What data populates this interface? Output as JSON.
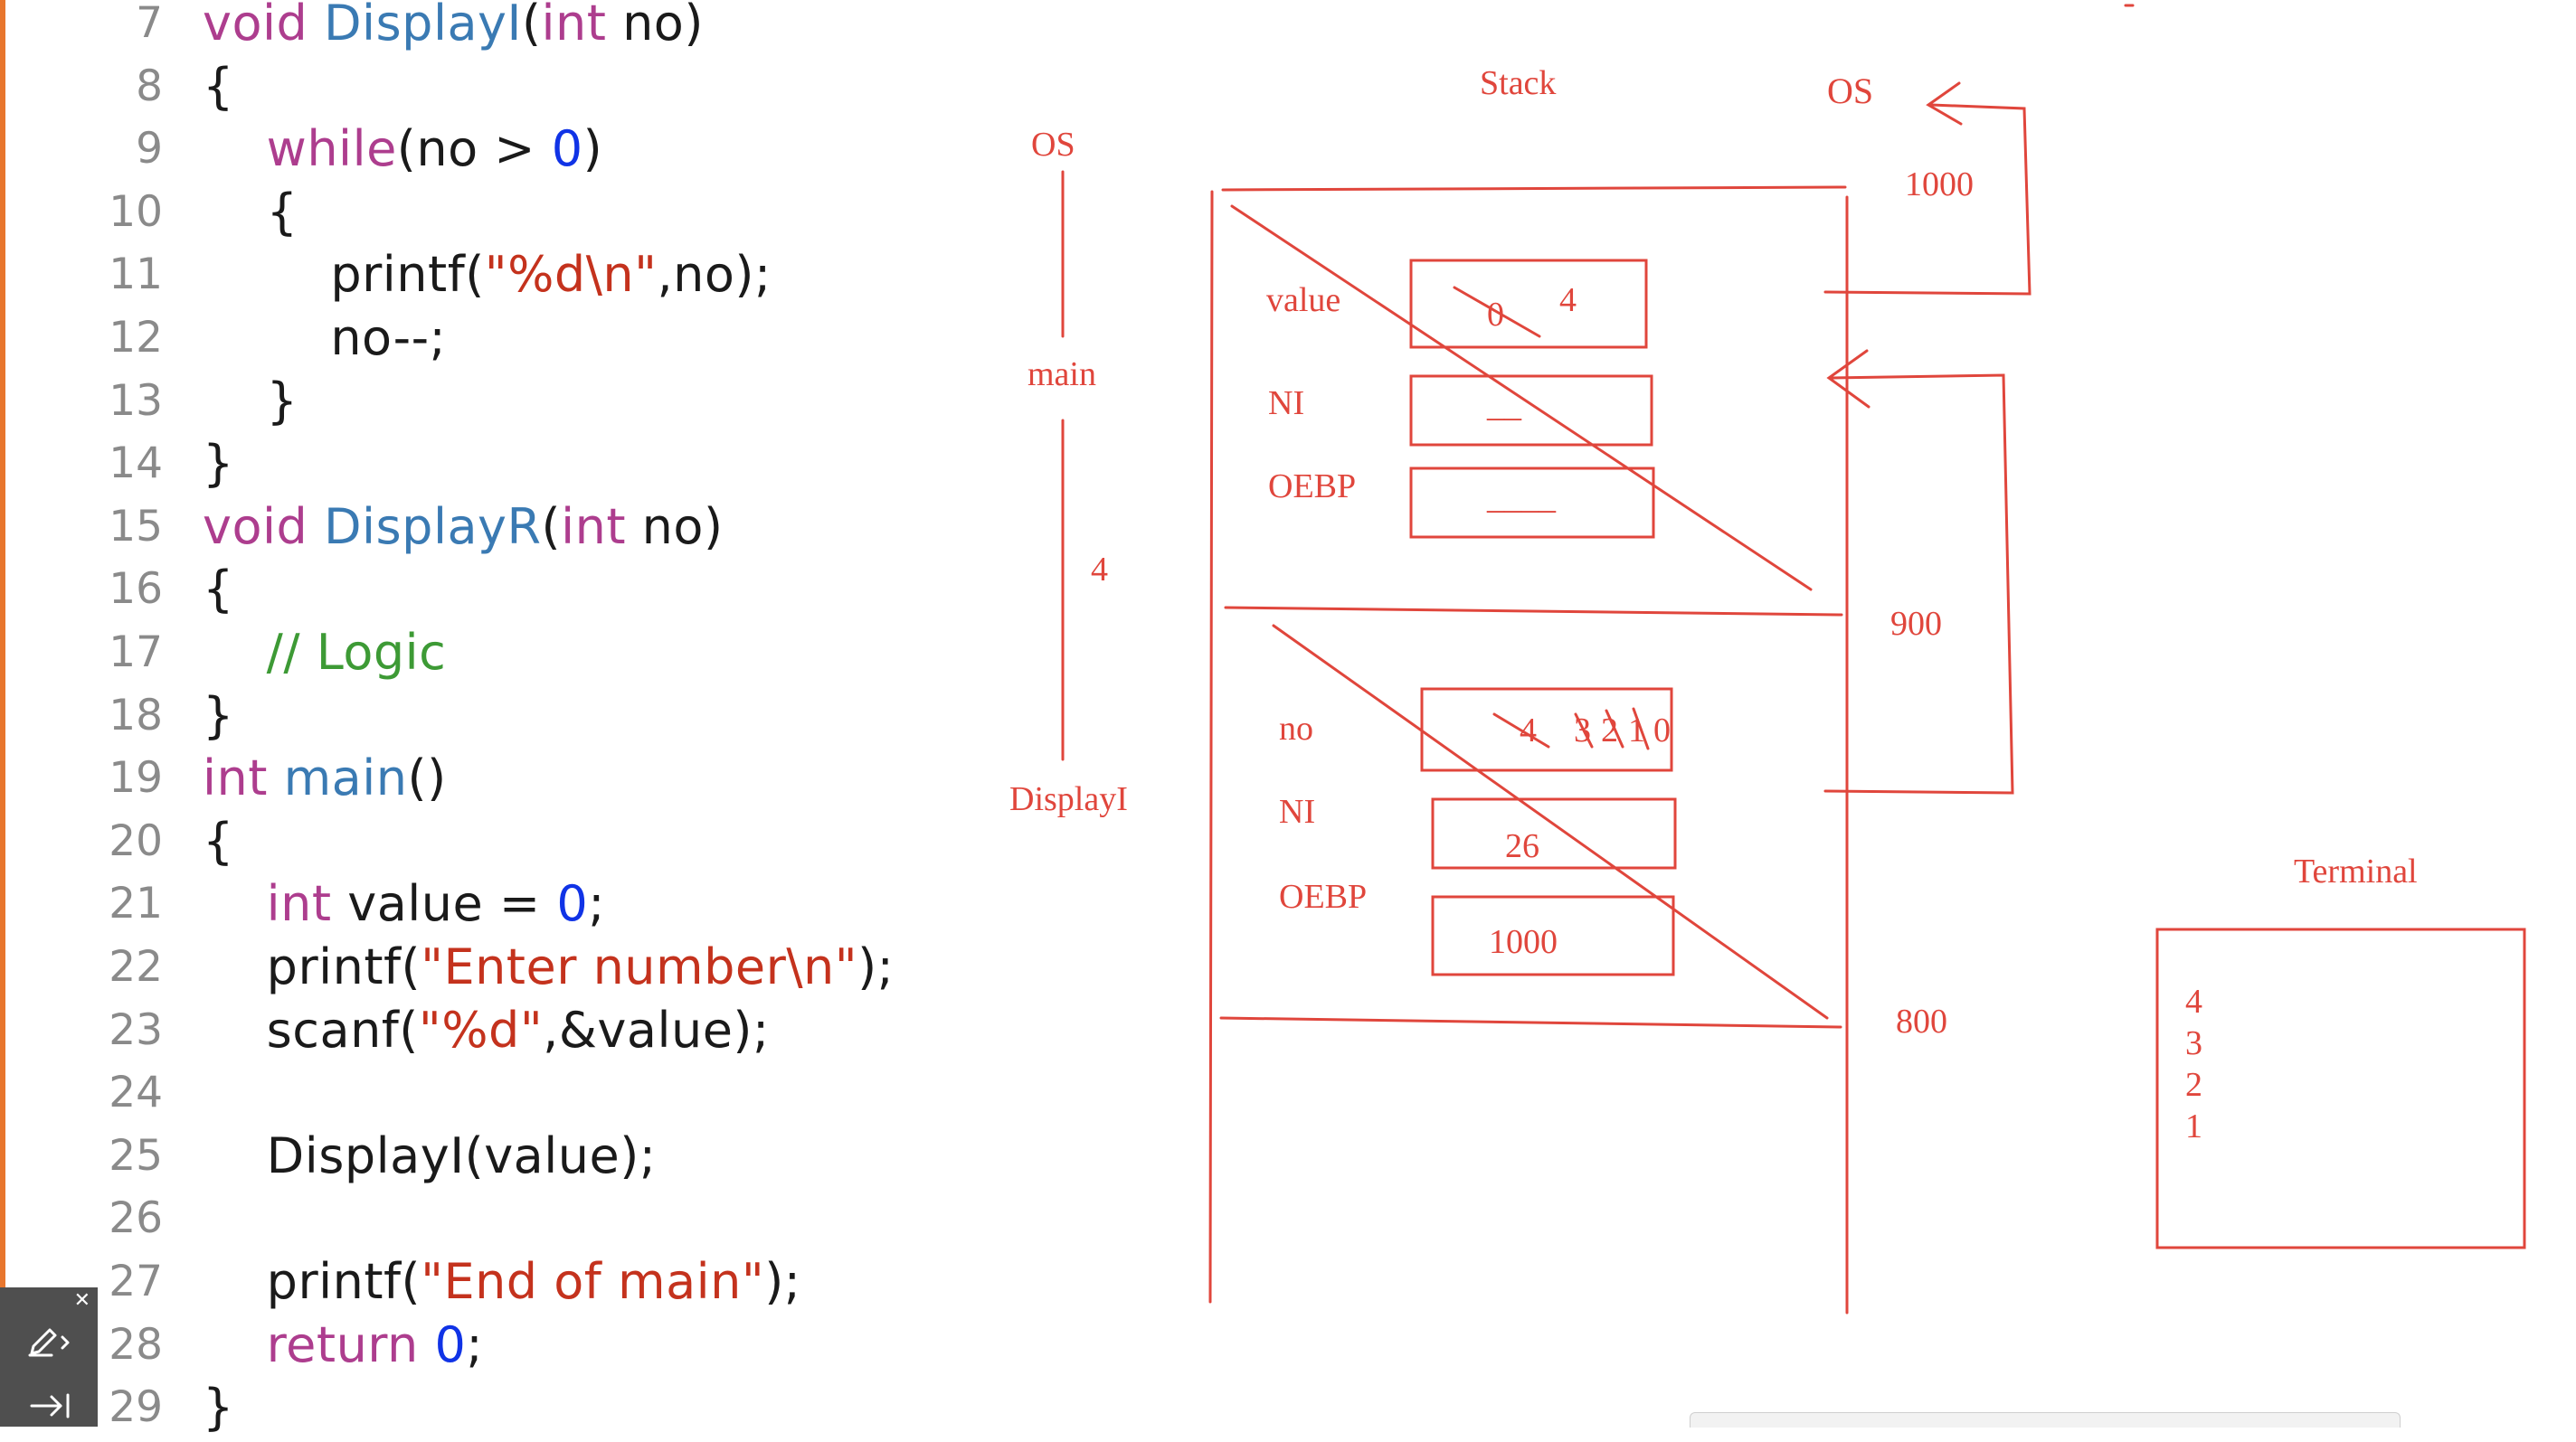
{
  "code_editor": {
    "lines": [
      {
        "no": "7",
        "tokens": [
          {
            "t": "void ",
            "c": "keyword"
          },
          {
            "t": "DisplayI",
            "c": "func"
          },
          {
            "t": "(",
            "c": "plain"
          },
          {
            "t": "int",
            "c": "keyword"
          },
          {
            "t": " no)",
            "c": "plain"
          }
        ]
      },
      {
        "no": "8",
        "tokens": [
          {
            "t": "{",
            "c": "plain"
          }
        ]
      },
      {
        "no": "9",
        "tokens": [
          {
            "t": "    ",
            "c": "plain"
          },
          {
            "t": "while",
            "c": "keyword"
          },
          {
            "t": "(no > ",
            "c": "plain"
          },
          {
            "t": "0",
            "c": "number"
          },
          {
            "t": ")",
            "c": "plain"
          }
        ]
      },
      {
        "no": "10",
        "tokens": [
          {
            "t": "    {",
            "c": "plain"
          }
        ]
      },
      {
        "no": "11",
        "tokens": [
          {
            "t": "        printf(",
            "c": "plain"
          },
          {
            "t": "\"%d\\n\"",
            "c": "string"
          },
          {
            "t": ",no);",
            "c": "plain"
          }
        ]
      },
      {
        "no": "12",
        "tokens": [
          {
            "t": "        no--;",
            "c": "plain"
          }
        ]
      },
      {
        "no": "13",
        "tokens": [
          {
            "t": "    }",
            "c": "plain"
          }
        ]
      },
      {
        "no": "14",
        "tokens": [
          {
            "t": "}",
            "c": "plain"
          }
        ]
      },
      {
        "no": "15",
        "tokens": [
          {
            "t": "void ",
            "c": "keyword"
          },
          {
            "t": "DisplayR",
            "c": "func"
          },
          {
            "t": "(",
            "c": "plain"
          },
          {
            "t": "int",
            "c": "keyword"
          },
          {
            "t": " no)",
            "c": "plain"
          }
        ]
      },
      {
        "no": "16",
        "tokens": [
          {
            "t": "{",
            "c": "plain"
          }
        ]
      },
      {
        "no": "17",
        "tokens": [
          {
            "t": "    ",
            "c": "plain"
          },
          {
            "t": "// Logic",
            "c": "comment"
          }
        ]
      },
      {
        "no": "18",
        "tokens": [
          {
            "t": "}",
            "c": "plain"
          }
        ]
      },
      {
        "no": "19",
        "tokens": [
          {
            "t": "int ",
            "c": "keyword"
          },
          {
            "t": "main",
            "c": "func"
          },
          {
            "t": "()",
            "c": "plain"
          }
        ]
      },
      {
        "no": "20",
        "tokens": [
          {
            "t": "{",
            "c": "plain"
          }
        ]
      },
      {
        "no": "21",
        "tokens": [
          {
            "t": "    ",
            "c": "plain"
          },
          {
            "t": "int",
            "c": "keyword"
          },
          {
            "t": " value = ",
            "c": "plain"
          },
          {
            "t": "0",
            "c": "number"
          },
          {
            "t": ";",
            "c": "plain"
          }
        ]
      },
      {
        "no": "22",
        "tokens": [
          {
            "t": "    printf(",
            "c": "plain"
          },
          {
            "t": "\"Enter number\\n\"",
            "c": "string"
          },
          {
            "t": ");",
            "c": "plain"
          }
        ]
      },
      {
        "no": "23",
        "tokens": [
          {
            "t": "    scanf(",
            "c": "plain"
          },
          {
            "t": "\"%d\"",
            "c": "string"
          },
          {
            "t": ",&value);",
            "c": "plain"
          }
        ]
      },
      {
        "no": "24",
        "tokens": []
      },
      {
        "no": "25",
        "tokens": [
          {
            "t": "    DisplayI(value);",
            "c": "plain"
          }
        ]
      },
      {
        "no": "26",
        "tokens": []
      },
      {
        "no": "27",
        "tokens": [
          {
            "t": "    printf(",
            "c": "plain"
          },
          {
            "t": "\"End of main\"",
            "c": "string"
          },
          {
            "t": ");",
            "c": "plain"
          }
        ]
      },
      {
        "no": "28",
        "tokens": [
          {
            "t": "    ",
            "c": "plain"
          },
          {
            "t": "return",
            "c": "keyword"
          },
          {
            "t": " ",
            "c": "plain"
          },
          {
            "t": "0",
            "c": "number"
          },
          {
            "t": ";",
            "c": "plain"
          }
        ]
      },
      {
        "no": "29",
        "tokens": [
          {
            "t": "}",
            "c": "plain"
          }
        ]
      }
    ]
  },
  "annotations": {
    "title": "Stack",
    "os_top_right": "OS",
    "call_chain": {
      "os": "OS",
      "main": "main",
      "value": "4",
      "displayi": "DisplayI"
    },
    "addresses": {
      "a1000": "1000",
      "a900": "900",
      "a800": "800"
    },
    "main_frame": {
      "value_label": "value",
      "value_old": "0",
      "value_new": "4",
      "ni_label": "NI",
      "ni_value": "__",
      "oebp_label": "OEBP",
      "oebp_value": "____"
    },
    "displayi_frame": {
      "no_label": "no",
      "no_values": [
        "4",
        "3",
        "2",
        "1",
        "0"
      ],
      "ni_label": "NI",
      "ni_value": "26",
      "oebp_label": "OEBP",
      "oebp_value": "1000"
    },
    "terminal": {
      "title": "Terminal",
      "output": [
        "4",
        "3",
        "2",
        "1"
      ]
    }
  },
  "colors": {
    "ink": "#e0463c",
    "keyword": "#ad3d8e",
    "function": "#3a7ab3",
    "string": "#c4321d",
    "number": "#1033e6",
    "comment": "#3d9a35"
  },
  "toolbar": {
    "close_icon": "close-icon",
    "pen_icon": "pen-icon",
    "arrow_icon": "arrow-right-icon"
  }
}
